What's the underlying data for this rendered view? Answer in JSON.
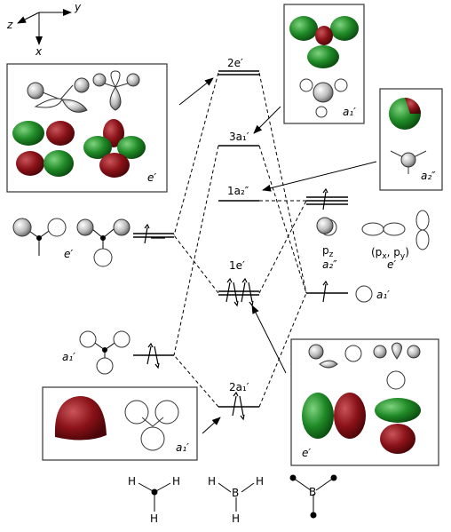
{
  "axes": {
    "z": "z",
    "y": "y",
    "x": "x"
  },
  "mo_levels": {
    "e2": {
      "label": "2e′"
    },
    "a1_3": {
      "label": "3a₁′"
    },
    "a2_1": {
      "label": "1a₂″"
    },
    "e1": {
      "label": "1e′"
    },
    "a1_2": {
      "label": "2a₁′"
    }
  },
  "left_fragment": {
    "e_label": "e′",
    "a1_label": "a₁′"
  },
  "right_fragment": {
    "pz_label": "p",
    "pz_sub": "z",
    "pz_sym": "a₂″",
    "pxy_label": "(p",
    "pxy_sub1": "x",
    "pxy_mid": ", p",
    "pxy_sub2": "y",
    "pxy_close": ")",
    "pxy_sym": "e′",
    "s_sym": "a₁′"
  },
  "boxes": {
    "top_center": "a₁′",
    "top_right": "a₂″",
    "top_left": "e′",
    "bottom_left": "a₁′",
    "bottom_right": "e′"
  },
  "molecules": {
    "h3": {
      "h1": "H",
      "h2": "H",
      "h3": "H"
    },
    "bh3": {
      "center": "B",
      "h1": "H",
      "h2": "H",
      "h3": "H"
    }
  },
  "colors": {
    "red": "#7a0f14",
    "green": "#1f7a26",
    "line": "#000000"
  }
}
